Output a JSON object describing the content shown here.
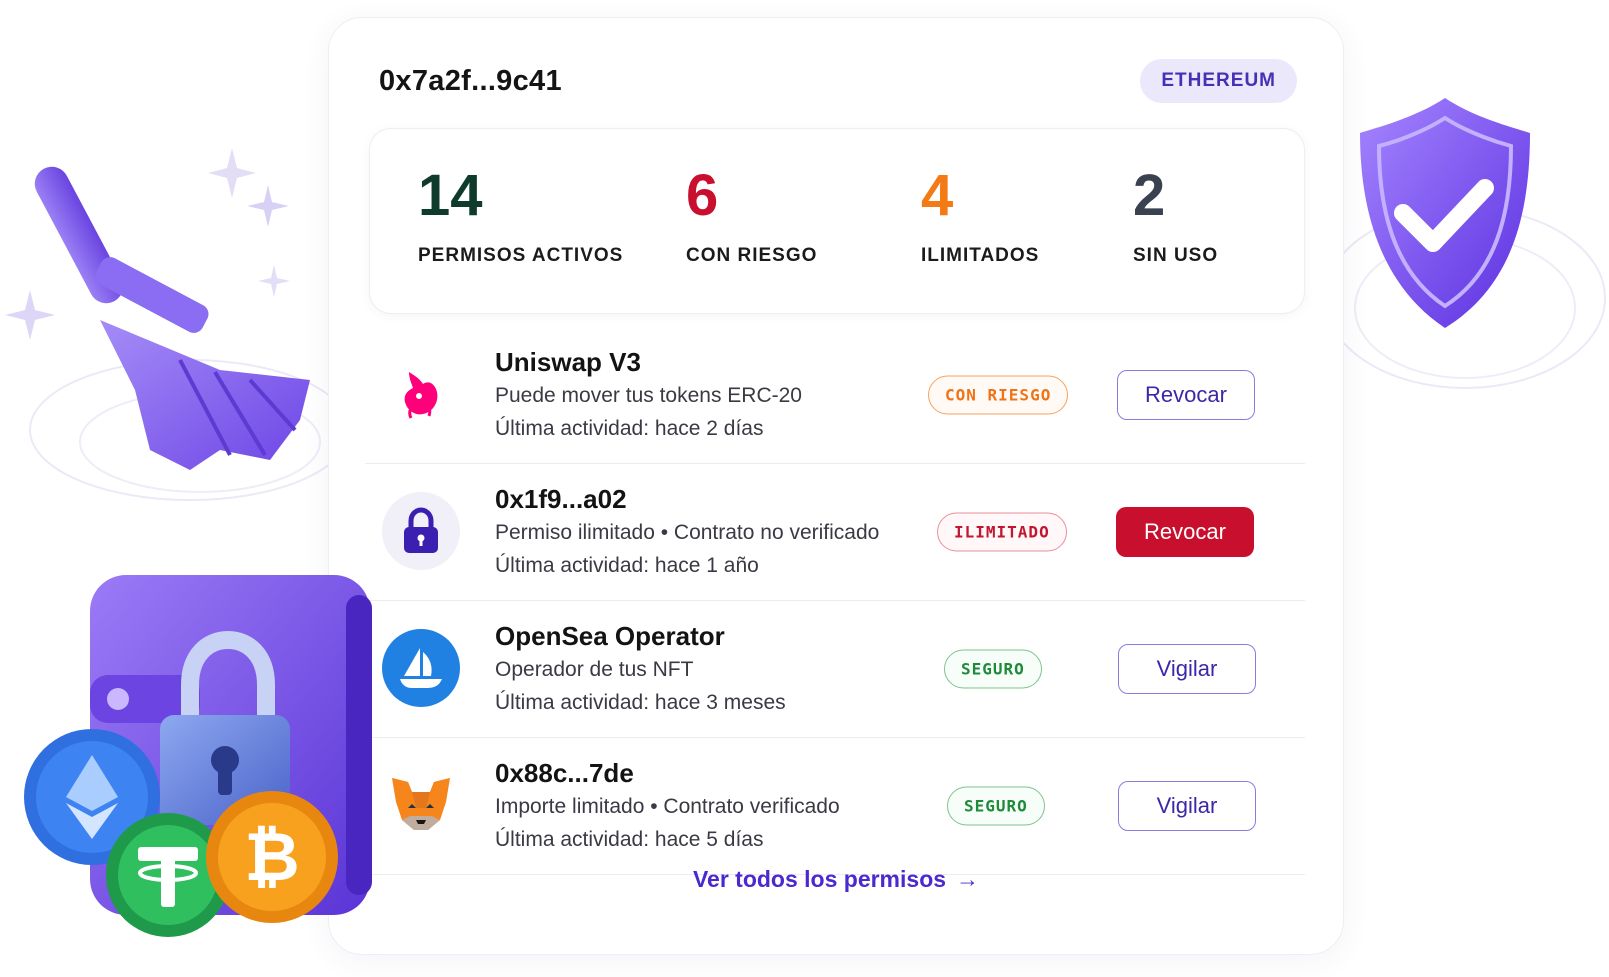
{
  "wallet": {
    "address": "0x7a2f...9c41",
    "network": "ETHEREUM"
  },
  "stats": [
    {
      "value": "14",
      "label": "PERMISOS ACTIVOS",
      "color": "#0f3b2c"
    },
    {
      "value": "6",
      "label": "CON RIESGO",
      "color": "#c8102e"
    },
    {
      "value": "4",
      "label": "ILIMITADOS",
      "color": "#f37a14"
    },
    {
      "value": "2",
      "label": "SIN USO",
      "color": "#3a4150"
    }
  ],
  "permissions": [
    {
      "name": "Uniswap V3",
      "description": "Puede mover tus tokens ERC-20",
      "activity": "Última actividad: hace 2 días",
      "status": "CON RIESGO",
      "action": "Revocar",
      "icon": "uniswap-unicorn-icon"
    },
    {
      "name": "0x1f9...a02",
      "description": "Permiso ilimitado • Contrato no verificado",
      "activity": "Última actividad: hace 1 año",
      "status": "ILIMITADO",
      "action": "Revocar",
      "icon": "padlock-icon"
    },
    {
      "name": "OpenSea Operator",
      "description": "Operador de tus NFT",
      "activity": "Última actividad: hace 3 meses",
      "status": "SEGURO",
      "action": "Vigilar",
      "icon": "opensea-boat-icon"
    },
    {
      "name": "0x88c...7de",
      "description": "Importe limitado • Contrato verificado",
      "activity": "Última actividad: hace 5 días",
      "status": "SEGURO",
      "action": "Vigilar",
      "icon": "metamask-fox-icon"
    }
  ],
  "footer": {
    "view_all": "Ver todos los permisos",
    "arrow": "→"
  },
  "illustrations": {
    "broom": "broom-icon",
    "shield": "shield-check-icon",
    "wallet": "wallet-lock-icon",
    "coins": [
      "ethereum-coin-icon",
      "tether-coin-icon",
      "bitcoin-coin-icon"
    ]
  },
  "colors": {
    "accent": "#4a2ad0",
    "danger": "#c8102e",
    "warning": "#f07316",
    "success": "#1e8a3a",
    "purple_illustration": "#7c5cf0"
  }
}
